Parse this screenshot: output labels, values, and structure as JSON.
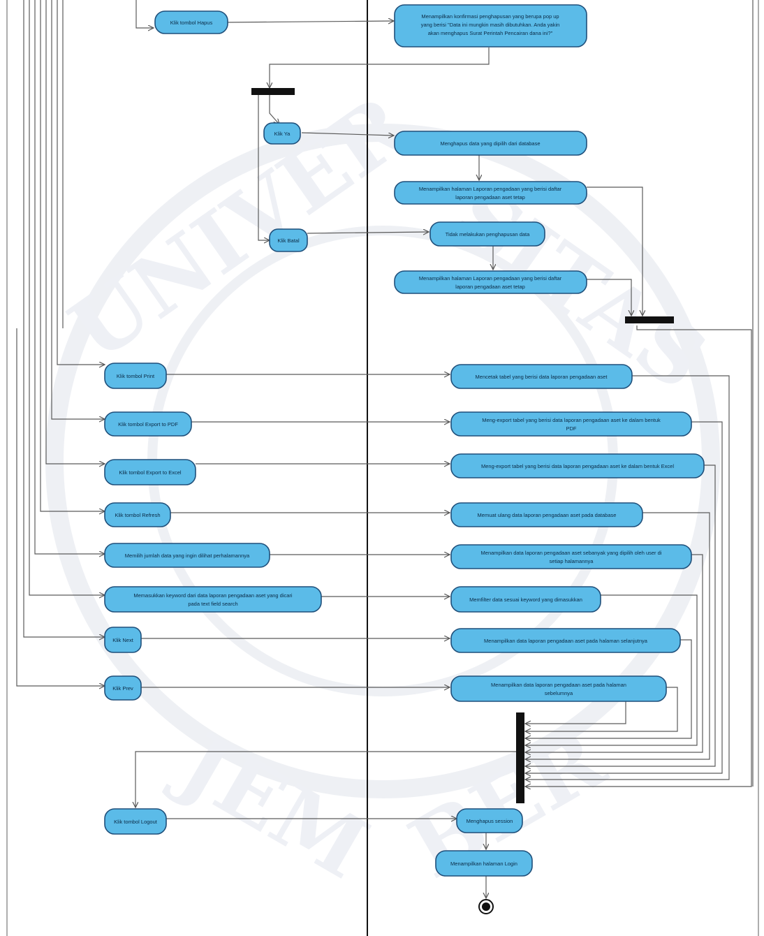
{
  "watermark": {
    "letters": "UNIVERSITAS JEMBER",
    "kind": "logo"
  },
  "actions": {
    "klik_hapus": "Klik tombol Hapus",
    "konfirmasi": [
      "Menampilkan konfirmasi penghapusan yang berupa pop up",
      "yang berisi \"Data ini mungkin masih dibutuhkan. Anda yakin",
      "akan menghapus Surat Perintah Pencairan dana ini?\""
    ],
    "klik_ya": "Klik Ya",
    "hapus_data": "Menghapus data yang dipilih dari database",
    "tampil_laporan_1": [
      "Menampilkan halaman Laporan pengadaan yang berisi daftar",
      "laporan pengadaan aset tetap"
    ],
    "klik_batal": "Klik Batal",
    "batal_hapus": "Tidak melakukan penghapusan data",
    "tampil_laporan_2": [
      "Menampilkan halaman Laporan pengadaan yang berisi daftar",
      "laporan pengadaan aset tetap"
    ],
    "klik_print": "Klik tombol Print",
    "cetak_tabel": "Mencetak tabel yang berisi data laporan pengadaan aset",
    "klik_pdf": "Klik tombol Export to PDF",
    "export_pdf": [
      "Meng-export tabel yang berisi data laporan pengadaan aset ke dalam bentuk",
      "PDF"
    ],
    "klik_excel": "Klik tombol Export to Excel",
    "export_excel": "Meng-export tabel yang berisi data laporan pengadaan aset ke dalam bentuk Excel",
    "klik_refresh": "Klik tombol Refresh",
    "memuat_ulang": "Memuat ulang data laporan pengadaan aset pada database",
    "memilih_jumlah": "Memilih jumlah data yang ingin dilihat perhalamannya",
    "tampil_sebanyak": [
      "Menampilkan data laporan pengadaan aset sebanyak yang dipilih oleh user di",
      "setiap halamannya"
    ],
    "masukkan_keyword": [
      "Memasukkan keyword dari data laporan pengadaan aset yang dicari",
      "pada text field search"
    ],
    "memfilter": "Memfilter data sesuai keyword yang dimasukkan",
    "klik_next": "Klik Next",
    "tampil_next": "Menampilkan data laporan pengadaan aset pada halaman selanjutnya",
    "klik_prev": "Klik Prev",
    "tampil_prev": [
      "Menampilkan data laporan pengadaan aset pada halaman",
      "sebelumnya"
    ],
    "klik_logout": "Klik tombol Logout",
    "hapus_session": "Menghapus session",
    "tampil_login": "Menampilkan halaman Login"
  }
}
